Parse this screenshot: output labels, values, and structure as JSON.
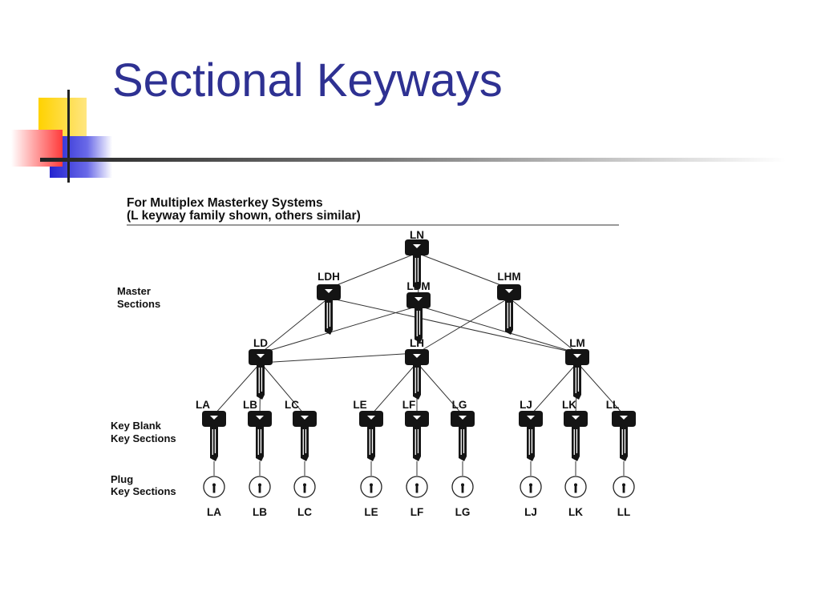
{
  "slide": {
    "title": "Sectional Keyways",
    "accent_colors": {
      "title": "#2e3192",
      "yellow": "#ffd200",
      "red": "#ff4d4d",
      "blue": "#2b2bd6"
    }
  },
  "diagram": {
    "heading_line1": "For Multiplex Masterkey Systems",
    "heading_line2": "(L keyway family shown, others similar)",
    "rows": {
      "master": [
        "Master",
        "Sections"
      ],
      "blank": [
        "Key Blank",
        "Key Sections"
      ],
      "plug": [
        "Plug",
        "Key Sections"
      ]
    },
    "keys": {
      "LN": "LN",
      "LDH": "LDH",
      "LDM": "LDM",
      "LHM": "LHM",
      "LD": "LD",
      "LH": "LH",
      "LM": "LM",
      "LA": "LA",
      "LB": "LB",
      "LC": "LC",
      "LE": "LE",
      "LF": "LF",
      "LG": "LG",
      "LJ": "LJ",
      "LK": "LK",
      "LL": "LL"
    },
    "plugs": [
      "LA",
      "LB",
      "LC",
      "LE",
      "LF",
      "LG",
      "LJ",
      "LK",
      "LL"
    ],
    "edges": [
      [
        "LN",
        "LDH"
      ],
      [
        "LN",
        "LDM"
      ],
      [
        "LN",
        "LHM"
      ],
      [
        "LDH",
        "LD"
      ],
      [
        "LDH",
        "LM"
      ],
      [
        "LDM",
        "LD"
      ],
      [
        "LDM",
        "LM"
      ],
      [
        "LHM",
        "LH"
      ],
      [
        "LHM",
        "LM"
      ],
      [
        "LD",
        "LH"
      ],
      [
        "LD",
        "LA"
      ],
      [
        "LD",
        "LB"
      ],
      [
        "LD",
        "LC"
      ],
      [
        "LH",
        "LE"
      ],
      [
        "LH",
        "LF"
      ],
      [
        "LH",
        "LG"
      ],
      [
        "LM",
        "LJ"
      ],
      [
        "LM",
        "LK"
      ],
      [
        "LM",
        "LL"
      ]
    ]
  }
}
